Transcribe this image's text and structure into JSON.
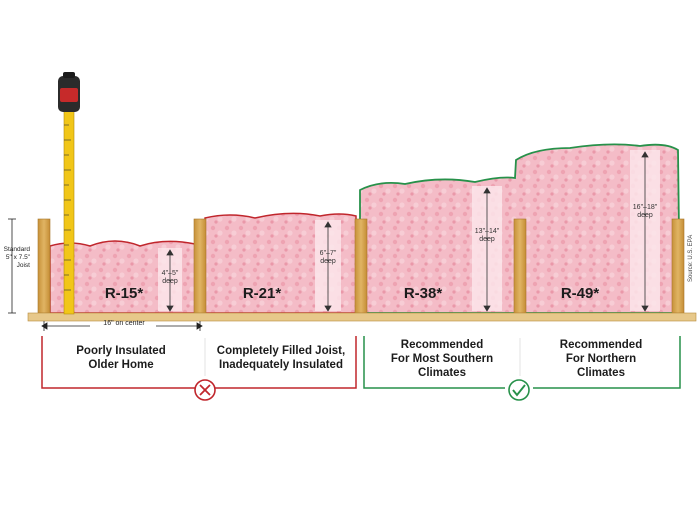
{
  "side_label": {
    "line1": "Standard",
    "line2": "5\" x 7.5\"",
    "line3": "Joist"
  },
  "spacing_label": "16\" on center",
  "source": "Source: U.S. EPA",
  "sections": [
    {
      "r_value": "R-15*",
      "depth_line1": "4\"–5\"",
      "depth_line2": "deep",
      "caption_line1": "Poorly Insulated",
      "caption_line2": "Older Home",
      "caption_line3": "",
      "status": "bad"
    },
    {
      "r_value": "R-21*",
      "depth_line1": "6\"–7\"",
      "depth_line2": "deep",
      "caption_line1": "Completely Filled Joist,",
      "caption_line2": "Inadequately Insulated",
      "caption_line3": "",
      "status": "bad"
    },
    {
      "r_value": "R-38*",
      "depth_line1": "13\"–14\"",
      "depth_line2": "deep",
      "caption_line1": "Recommended",
      "caption_line2": "For Most Southern",
      "caption_line3": "Climates",
      "status": "good"
    },
    {
      "r_value": "R-49*",
      "depth_line1": "16\"–18\"",
      "depth_line2": "deep",
      "caption_line1": "Recommended",
      "caption_line2": "For Northern",
      "caption_line3": "Climates",
      "status": "good"
    }
  ],
  "colors": {
    "bad": "#c0262c",
    "good": "#27914a",
    "insulation": "#f2b3bf",
    "wood": "#d6a94e"
  },
  "icons": {
    "bad": "x-circle-icon",
    "good": "check-circle-icon",
    "tool": "tape-measure-icon"
  }
}
